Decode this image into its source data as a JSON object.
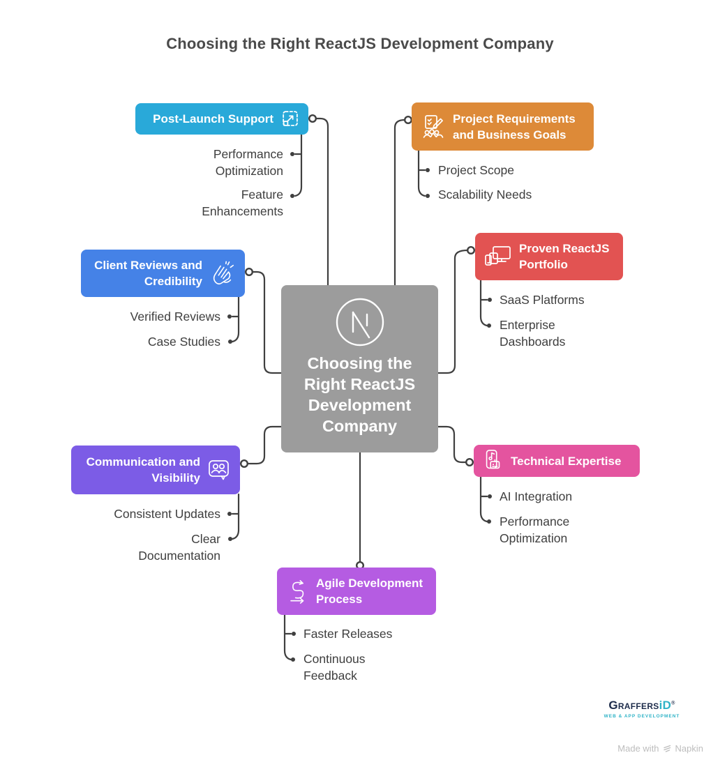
{
  "page_title": "Choosing the Right ReactJS Development Company",
  "center_node": {
    "label": "Choosing the Right ReactJS Development Company"
  },
  "branches": [
    {
      "label": "Post-Launch Support",
      "icon": "expand-resize-icon",
      "color": "#29a9d9",
      "children": [
        "Performance Optimization",
        "Feature Enhancements"
      ]
    },
    {
      "label": "Project Requirements and Business Goals",
      "icon": "requirements-checklist-icon",
      "color": "#dd8a38",
      "children": [
        "Project Scope",
        "Scalability Needs"
      ]
    },
    {
      "label": "Client Reviews and Credibility",
      "icon": "clapping-hands-icon",
      "color": "#4582e7",
      "children": [
        "Verified Reviews",
        "Case Studies"
      ]
    },
    {
      "label": "Proven ReactJS Portfolio",
      "icon": "devices-icon",
      "color": "#e25352",
      "children": [
        "SaaS Platforms",
        "Enterprise Dashboards"
      ]
    },
    {
      "label": "Communication and Visibility",
      "icon": "people-chat-icon",
      "color": "#7c5ce6",
      "children": [
        "Consistent Updates",
        "Clear Documentation"
      ]
    },
    {
      "label": "Technical Expertise",
      "icon": "device-robot-icon",
      "color": "#e4549f",
      "children": [
        "AI Integration",
        "Performance Optimization"
      ]
    },
    {
      "label": "Agile Development Process",
      "icon": "agile-cycle-icon",
      "color": "#b55ce2",
      "children": [
        "Faster Releases",
        "Continuous Feedback"
      ]
    }
  ],
  "colors": {
    "center_node": "#9c9c9c",
    "connector": "#3f3f3f",
    "leaf_text": "#3e3e3e",
    "title_text": "#4a4a4a"
  },
  "branding": {
    "company_logo_text_1": "Graffers",
    "company_logo_text_2": "iD",
    "company_logo_reg": "®",
    "company_tagline": "WEB & APP DEVELOPMENT",
    "made_with_text": "Made with",
    "made_with_brand": "Napkin"
  }
}
